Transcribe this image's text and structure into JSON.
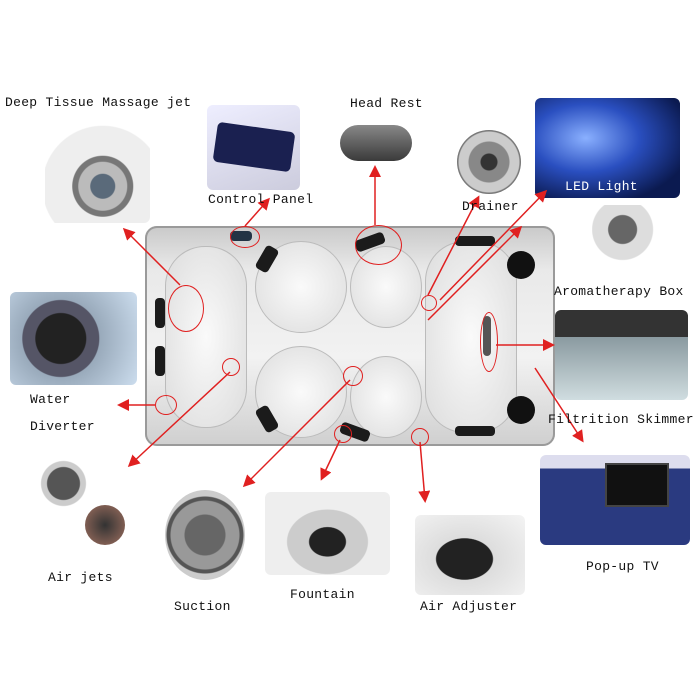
{
  "labels": {
    "deep_tissue": "Deep Tissue Massage jet",
    "head_rest": "Head Rest",
    "control_panel": "Control Panel",
    "drainer": "Drainer",
    "led_light": "LED Light",
    "aromatherapy": "Aromatherapy Box",
    "water": "Water",
    "diverter": "Diverter",
    "skimmer": "Filtrition Skimmer",
    "air_jets": "Air jets",
    "suction": "Suction",
    "fountain": "Fountain",
    "air_adjuster": "Air Adjuster",
    "tv": "Pop-up TV"
  },
  "colors": {
    "arrow": "#e02020",
    "callout_ring": "#e02020"
  }
}
